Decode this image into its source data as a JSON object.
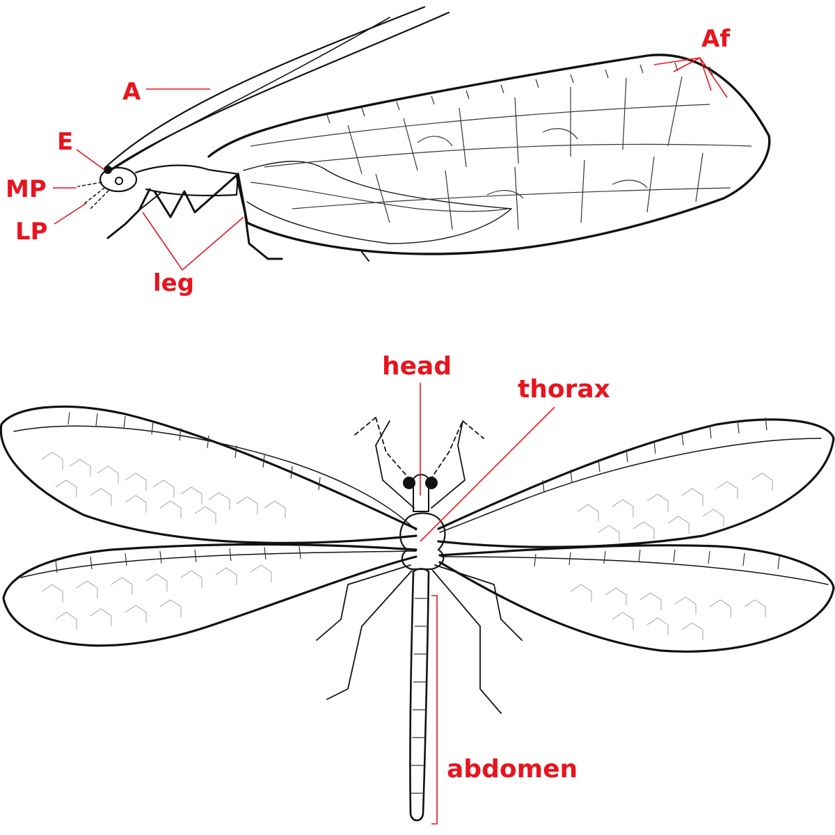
{
  "side_view": {
    "labels": {
      "antenna": "A",
      "eye": "E",
      "maxillary_palp": "MP",
      "labial_palp": "LP",
      "leg": "leg",
      "wing_veins": "Af"
    }
  },
  "dorsal_view": {
    "labels": {
      "head": "head",
      "thorax": "thorax",
      "abdomen": "abdomen"
    }
  },
  "colors": {
    "label": "#e8141e",
    "ink": "#111111",
    "background": "#ffffff"
  }
}
